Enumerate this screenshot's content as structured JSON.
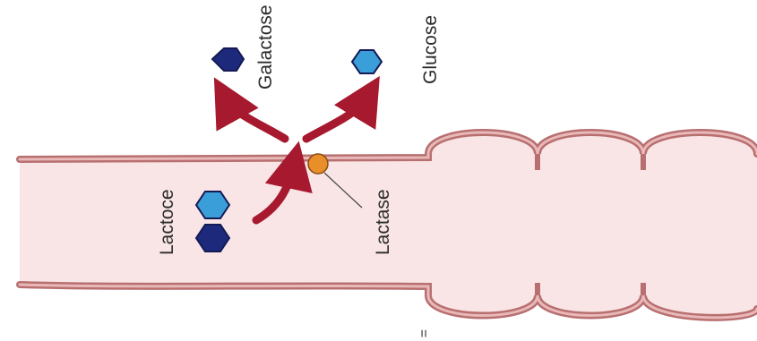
{
  "labels": {
    "galactose": "Galactose",
    "glucose": "Glucose",
    "lactose": "Lactoce",
    "lactase": "Lactase",
    "bottom_mark": "="
  },
  "colors": {
    "background": "#ffffff",
    "intestine_fill": "#f9e5e5",
    "intestine_wall": "#cf8f8f",
    "intestine_wall_outer": "#b86f70",
    "arrow_red": "#a6192e",
    "galactose_hex": "#1d2a7c",
    "glucose_hex": "#3a9fd8",
    "hex_outline": "#141a55",
    "enzyme_fill": "#e88f2a",
    "enzyme_outline": "#8a4b12",
    "label_text": "#2b2b2b"
  },
  "icons": {
    "galactose": "dark-blue-hexagon",
    "glucose": "light-blue-hexagon",
    "lactose": "stacked-hexagon-pair",
    "lactase": "orange-circle-enzyme"
  }
}
